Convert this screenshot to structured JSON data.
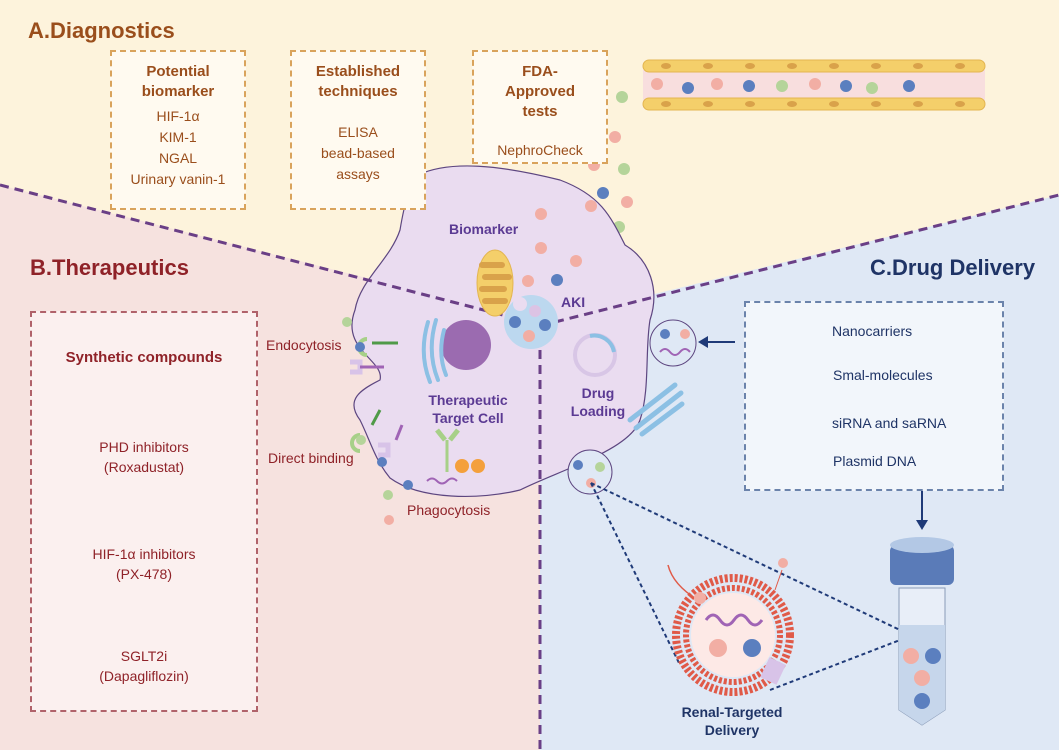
{
  "sections": {
    "diagnostics": {
      "title": "A.Diagnostics",
      "boxes": [
        {
          "heading": "Potential biomarker",
          "items": [
            "HIF-1α",
            "KIM-1",
            "NGAL",
            "Urinary vanin-1"
          ]
        },
        {
          "heading": "Established techniques",
          "items": [
            "ELISA",
            "bead-based",
            "assays"
          ]
        },
        {
          "heading": "FDA-Approved tests",
          "items": [
            "NephroCheck"
          ]
        }
      ]
    },
    "therapeutics": {
      "title": "B.Therapeutics",
      "box_heading": "Synthetic compounds",
      "compounds": [
        {
          "name": "PHD inhibitors",
          "example": "(Roxadustat)",
          "color": "#a8cdea"
        },
        {
          "name": "HIF-1α inhibitors",
          "example": "(PX-478)",
          "color": "#f2aea4"
        },
        {
          "name": "SGLT2i",
          "example": "(Dapagliflozin)",
          "color": "#b5d49a"
        }
      ],
      "mechanisms": [
        "Endocytosis",
        "Direct binding",
        "Phagocytosis"
      ]
    },
    "drug_delivery": {
      "title": "C.Drug Delivery",
      "carriers": [
        "Nanocarriers",
        "Smal-molecules",
        "siRNA and saRNA",
        "Plasmid DNA"
      ],
      "target_label": "Renal-Targeted Delivery"
    }
  },
  "cell_labels": {
    "biomarker": "Biomarker",
    "aki": "AKI",
    "therapeutic_target": "Therapeutic Target Cell",
    "drug_loading": "Drug Loading"
  },
  "colors": {
    "diagnostics_bg": "#fdf3dc",
    "therapeutics_bg": "#f6e2df",
    "drug_delivery_bg": "#dfe8f5",
    "cell_fill": "#eadcf0",
    "pink_particle": "#f2aea4",
    "blue_particle": "#5b7fbf",
    "green_particle": "#b5d49a",
    "divider": "#6a3f86"
  }
}
